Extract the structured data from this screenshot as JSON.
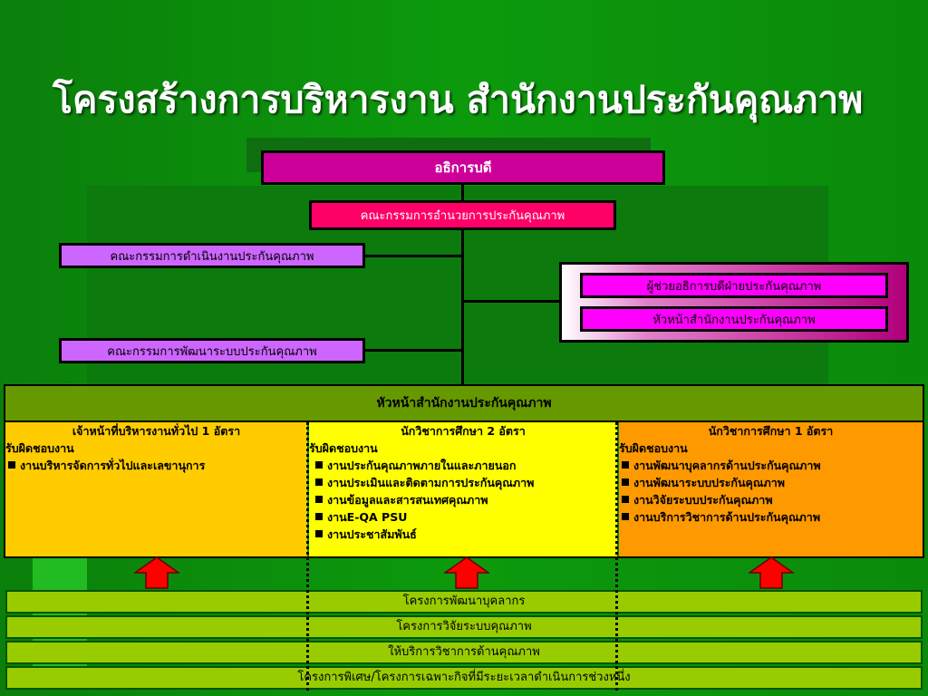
{
  "title": "โครงสร้างการบริหารงาน สำนักงานประกันคุณภาพ",
  "nodes": {
    "director": "อธิการบดี",
    "quality_board": "คณะกรรมการอำนวยการประกันคุณภาพ",
    "operating_committee": "คณะกรรมการดำเนินงานประกันคุณภาพ",
    "development_committee": "คณะกรรมการพัฒนาระบบประกันคุณภาพ",
    "assistant_president": "ผู้ช่วยอธิการบดีฝ่ายประกันคุณภาพ",
    "office_head_right": "หัวหน้าสำนักงานประกันคุณภาพ",
    "office_head": "หัวหน้าสำนักงานประกันคุณภาพ"
  },
  "columns": [
    {
      "head": "เจ้าหน้าที่บริหารงานทั่วไป  1 อัตรา",
      "resp": "รับผิดชอบงาน",
      "items": [
        "งานบริหารจัดการทั่วไปและเลขานุการ"
      ],
      "color": "#ffcc00"
    },
    {
      "head": "นักวิชาการศึกษา 2 อัตรา",
      "resp": "รับผิดชอบงาน",
      "items": [
        "งานประกันคุณภาพภายในและภายนอก",
        "งานประเมินและติดตามการประกันคุณภาพ",
        "งานข้อมูลและสารสนเทศคุณภาพ",
        "งานE-QA PSU",
        "งานประชาสัมพันธ์"
      ],
      "color": "#ffff00"
    },
    {
      "head": "นักวิชาการศึกษา 1 อัตรา",
      "resp": "รับผิดชอบงาน",
      "items": [
        "งานพัฒนาบุคลากรด้านประกันคุณภาพ",
        "งานพัฒนาระบบประกันคุณภาพ",
        "งานวิจัยระบบประกันคุณภาพ",
        "งานบริการวิชาการด้านประกันคุณภาพ"
      ],
      "color": "#ff9900"
    }
  ],
  "projects": [
    "โครงการพัฒนาบุคลากร",
    "โครงการวิจัยระบบคุณภาพ",
    "ให้บริการวิชาการด้านคุณภาพ",
    "โครงการพิเศษ/โครงการเฉพาะกิจที่มีระยะเวลาดำเนินการช่วงหนึ่ง"
  ],
  "colors": {
    "background": "#0a8a0a",
    "director_box": "#cc0099",
    "board_box": "#ff0066",
    "committee_box": "#cc66ff",
    "assistant_box": "#ff00ff",
    "header_bar": "#669900",
    "project_bar": "#99cc00",
    "arrow": "#ff0000"
  }
}
